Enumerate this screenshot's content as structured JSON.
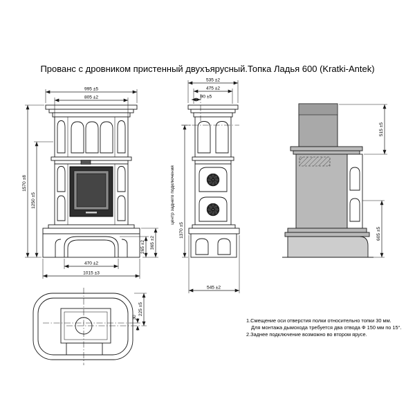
{
  "title": "Прованс с дровником пристенный двухъярусный.Топка Ладья 600 (Kratki-Antek)",
  "views": {
    "front": {
      "dims": {
        "width_top": "995 ±5",
        "width_body": "805 ±2",
        "height_total": "1570 ±8",
        "height_body": "1250 ±5",
        "opening_height": "265 ±2",
        "base_height": "365 ±2",
        "opening_width": "470 ±2",
        "base_width": "1015 ±3"
      }
    },
    "side": {
      "dims": {
        "depth_top": "535 ±2",
        "depth_cornice": "475 ±2",
        "flue_offset": "90 ±5",
        "rear_connection_height": "1370 ±5",
        "depth_base": "545 ±2"
      },
      "axis_label": "центр заднего подключения"
    },
    "rear": {
      "dims": {
        "upper_height": "515 ±5",
        "lower_height": "605 ±5"
      }
    },
    "plan": {
      "dims": {
        "rear_offset": "225 ±5",
        "axis_offset": "30"
      }
    }
  },
  "notes": [
    "1.Смещение оси отверстия полки относительно топки 30 мм.",
    "Для монтажа дымохода требуется два отвода Ф 150 мм по 15°.",
    "2.Заднее подключение возможно во втором ярусе."
  ],
  "colors": {
    "chimney_grey": "#a9a9a9",
    "chimney_cap_grey": "#9c9c9c",
    "body_grey": "#b9b9b9",
    "base_grey": "#cdcdcd",
    "firebox_frame": "#2e2e2e",
    "firebox_inner": "#8a8a8a",
    "firebox_glass": "#454545",
    "rosette": "#2b2b2b"
  }
}
